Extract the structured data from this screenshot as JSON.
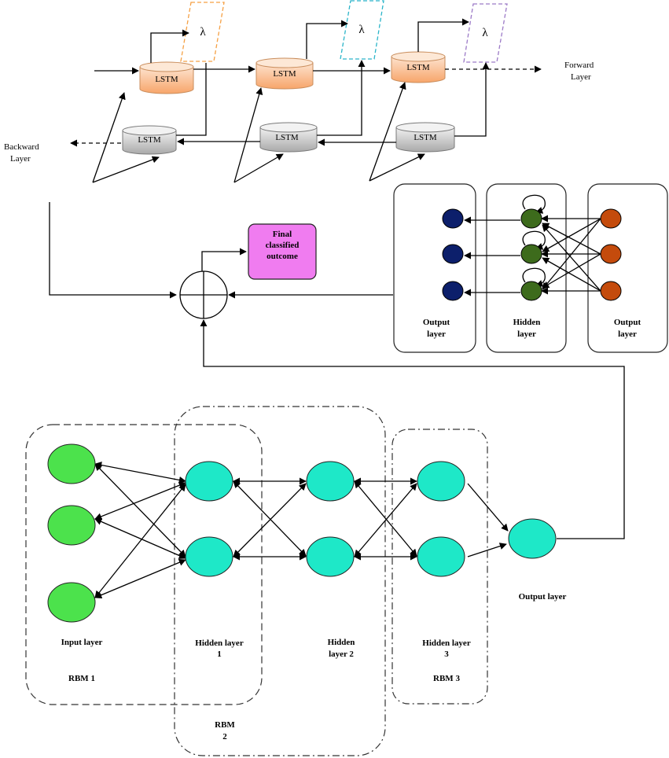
{
  "lstm_label": "LSTM",
  "lambda_symbol": "λ",
  "forward_layer": [
    "Forward",
    "Layer"
  ],
  "backward_layer": [
    "Backward",
    "Layer"
  ],
  "final_outcome": [
    "Final",
    "classified",
    "outcome"
  ],
  "rnn_panels": {
    "left": [
      "Output",
      "layer"
    ],
    "middle": [
      "Hidden",
      "layer"
    ],
    "right": [
      "Output",
      "layer"
    ]
  },
  "dbn": {
    "input_layer": "Input layer",
    "hidden_layer_1": [
      "Hidden layer",
      "1"
    ],
    "hidden_layer_2": [
      "Hidden",
      "layer 2"
    ],
    "hidden_layer_3": [
      "Hidden layer",
      "3"
    ],
    "output_layer": "Output layer",
    "rbm1": "RBM 1",
    "rbm2": [
      "RBM",
      "2"
    ],
    "rbm3": "RBM 3"
  },
  "colors": {
    "lstm_forward": "#f9b98a",
    "lstm_backward": "#c4c4c4",
    "lambda_box_1": "#f5a044",
    "lambda_box_2": "#2bb5c9",
    "lambda_box_3": "#9c7ac7",
    "final_box": "#f07cf0",
    "node_output_left": "#0c1f6b",
    "node_hidden": "#3d6b1c",
    "node_output_right": "#c44b0c",
    "node_input": "#4ce24c",
    "node_hidden_dbn": "#1ee8c8"
  }
}
